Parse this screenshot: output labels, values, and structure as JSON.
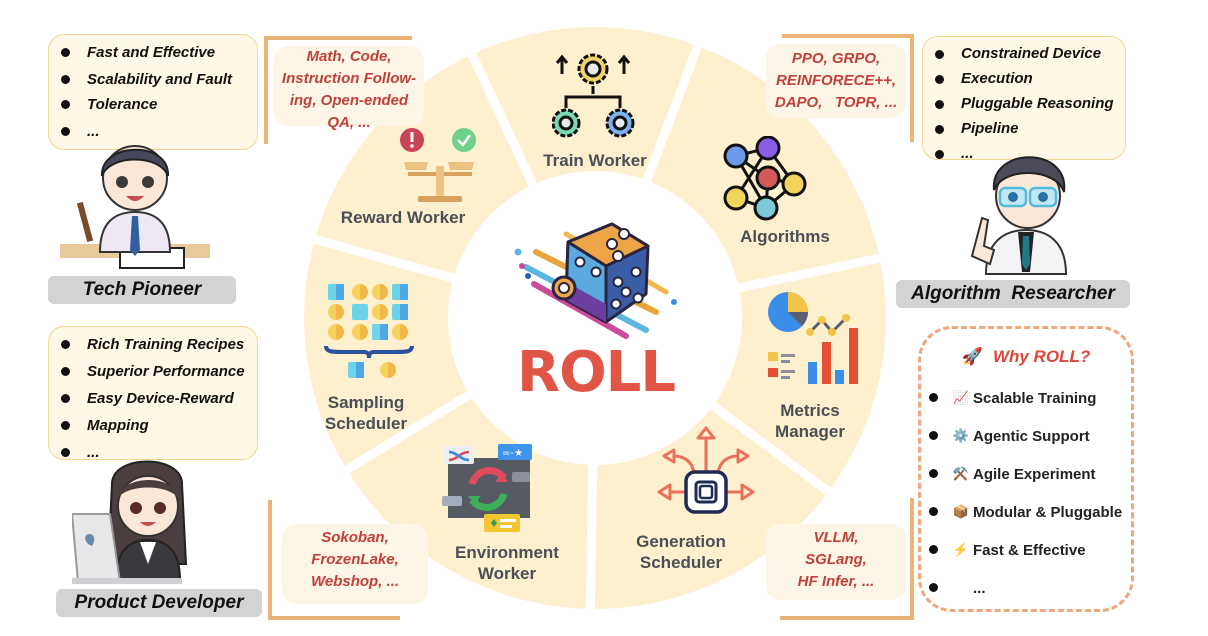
{
  "center": {
    "title": "ROLL",
    "logo": "dice-circuit-logo"
  },
  "segments": [
    {
      "id": "train-worker",
      "label": "Train Worker",
      "icon": "gears-hierarchy-icon"
    },
    {
      "id": "algorithms",
      "label": "Algorithms",
      "icon": "network-graph-icon"
    },
    {
      "id": "metrics-manager",
      "label_line1": "Metrics",
      "label_line2": "Manager",
      "icon": "charts-dashboard-icon"
    },
    {
      "id": "generation-scheduler",
      "label_line1": "Generation",
      "label_line2": "Scheduler",
      "icon": "chip-arrows-icon"
    },
    {
      "id": "environment-worker",
      "label_line1": "Environment",
      "label_line2": "Worker",
      "icon": "environment-window-icon"
    },
    {
      "id": "sampling-scheduler",
      "label_line1": "Sampling",
      "label_line2": "Scheduler",
      "icon": "sample-grid-icon"
    },
    {
      "id": "reward-worker",
      "label": "Reward Worker",
      "icon": "balance-scale-icon"
    }
  ],
  "notes": {
    "reward": [
      "Math, Code,",
      "Instruction Follow-",
      "ing, Open-ended",
      "QA, ..."
    ],
    "algorithms": [
      "PPO, GRPO,",
      "REINFORECE++,",
      "DAPO,   TOPR, ..."
    ],
    "environment": [
      "Sokoban,",
      "FrozenLake,",
      "Webshop, ..."
    ],
    "generation": [
      "VLLM,",
      "SGLang,",
      "HF Infer, ..."
    ]
  },
  "personas": [
    {
      "name": "Tech Pioneer",
      "points": [
        "Fast and Effective",
        "Scalability and Fault",
        "Tolerance",
        "..."
      ]
    },
    {
      "name": "Product Developer",
      "points": [
        "Rich Training Recipes",
        "Superior Performance",
        "Easy Device-Reward",
        "Mapping",
        "..."
      ]
    },
    {
      "name": "Algorithm  Researcher",
      "points": [
        "Constrained Device",
        "Execution",
        "Pluggable Reasoning",
        "Pipeline",
        "..."
      ]
    }
  ],
  "why_roll": {
    "title": "Why ROLL?",
    "title_icon": "🚀",
    "items": [
      {
        "icon": "📈",
        "label": "Scalable Training"
      },
      {
        "icon": "⚙️",
        "label": "Agentic Support"
      },
      {
        "icon": "⚒️",
        "label": "Agile Experiment"
      },
      {
        "icon": "📦",
        "label": "Modular & Pluggable"
      },
      {
        "icon": "⚡",
        "label": "Fast & Effective"
      },
      {
        "icon": "",
        "label": "..."
      }
    ]
  },
  "colors": {
    "segment_fill": "#fdf0cf",
    "note_text": "#c0413b",
    "roll_red": "#e05545",
    "bracket": "#ebb577",
    "why_border": "#efa77d"
  }
}
